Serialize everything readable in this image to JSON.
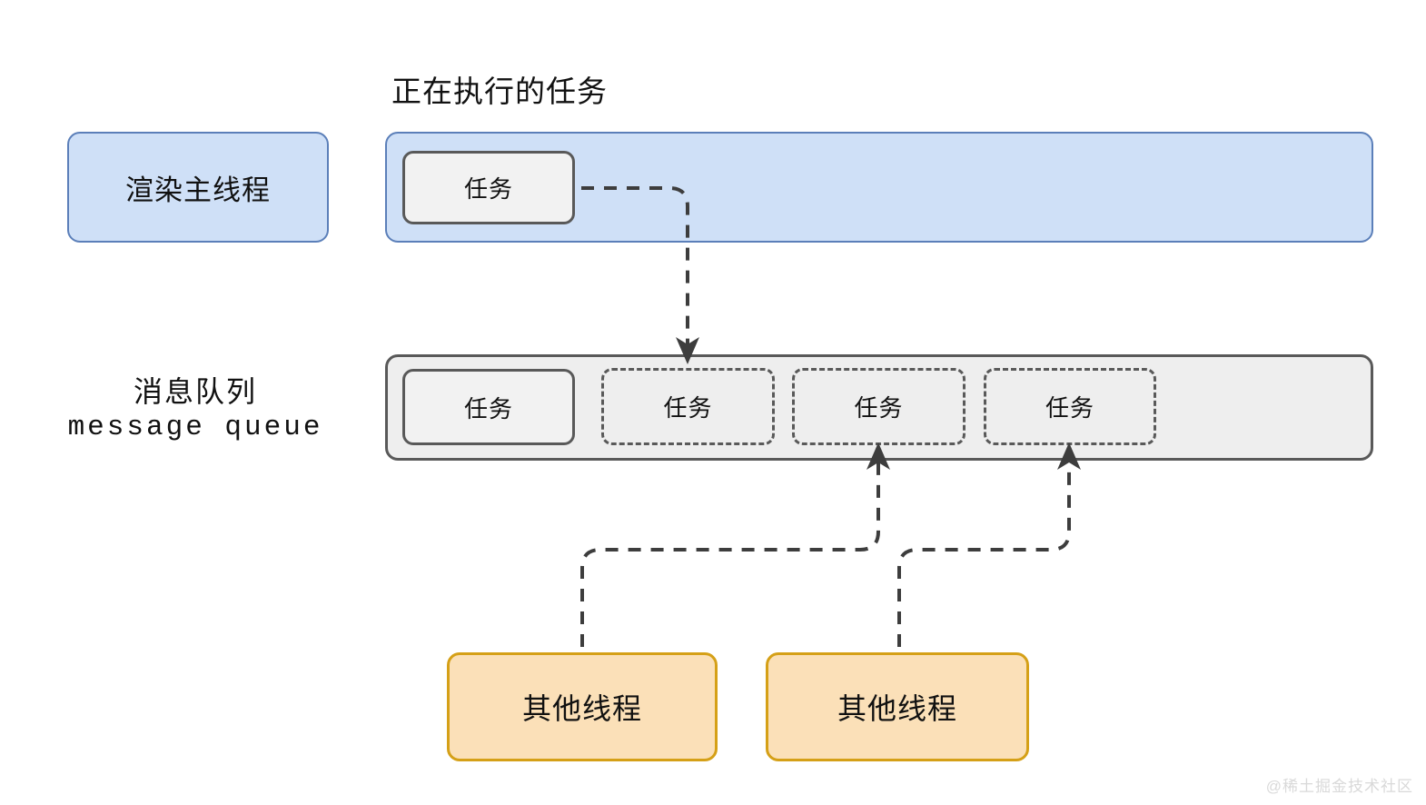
{
  "diagram": {
    "title": "正在执行的任务",
    "main_thread": {
      "label": "渲染主线程",
      "running_task": "任务"
    },
    "queue": {
      "label_cn": "消息队列",
      "label_en": "message queue",
      "tasks": [
        {
          "label": "任务",
          "style": "solid"
        },
        {
          "label": "任务",
          "style": "dashed"
        },
        {
          "label": "任务",
          "style": "dashed"
        },
        {
          "label": "任务",
          "style": "dashed"
        }
      ]
    },
    "other_threads": [
      {
        "label": "其他线程"
      },
      {
        "label": "其他线程"
      }
    ],
    "watermark": "@稀土掘金技术社区",
    "colors": {
      "thread_fill": "#cfe0f7",
      "thread_border": "#5b7fb9",
      "queue_fill": "#eeeeee",
      "queue_border": "#595959",
      "task_fill": "#f2f2f2",
      "task_border": "#595959",
      "other_thread_fill": "#fbe0b8",
      "other_thread_border": "#d5a017",
      "arrow": "#3d3d3d",
      "text": "#111111",
      "watermark": "#d9d9d9"
    }
  }
}
